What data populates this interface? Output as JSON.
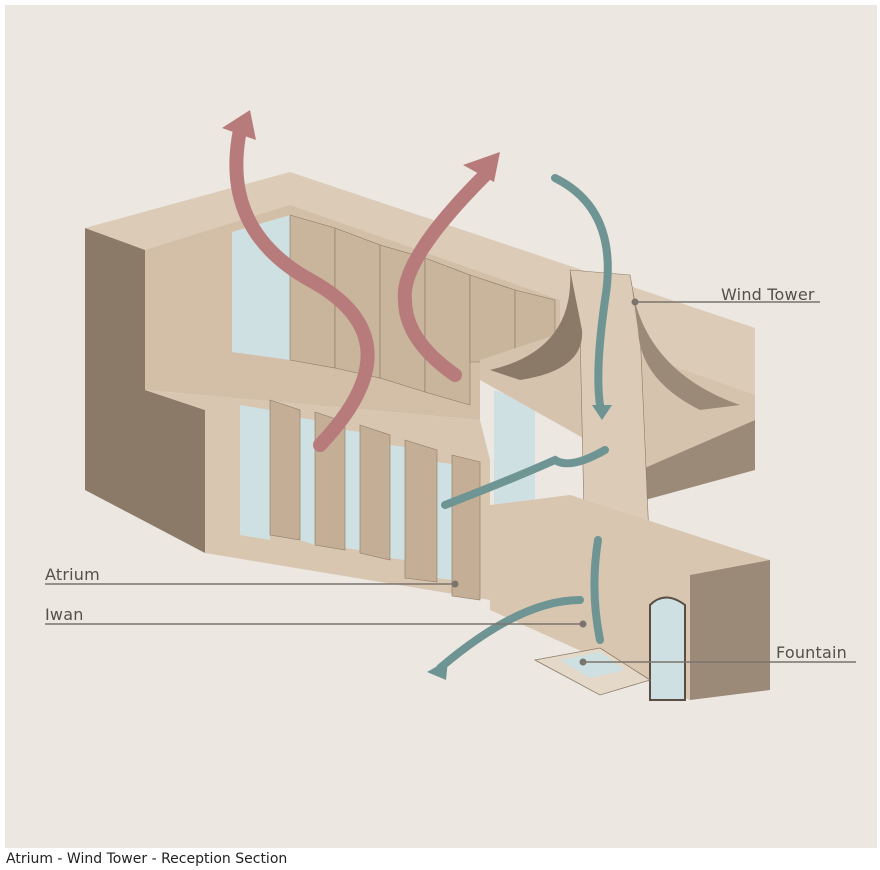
{
  "labels": {
    "wind_tower": "Wind Tower",
    "atrium": "Atrium",
    "iwan": "Iwan",
    "fountain": "Fountain"
  },
  "caption": "Atrium - Wind Tower - Reception Section",
  "colors": {
    "paper": "#ece7e1",
    "stone": "#d8c6b1",
    "stone_shadow": "#a8937d",
    "stone_dark": "#8c7a68",
    "glass": "#cfe0e2",
    "warm_air": "#b87b7b",
    "cool_air": "#6e9494",
    "leader": "#7a746d"
  }
}
